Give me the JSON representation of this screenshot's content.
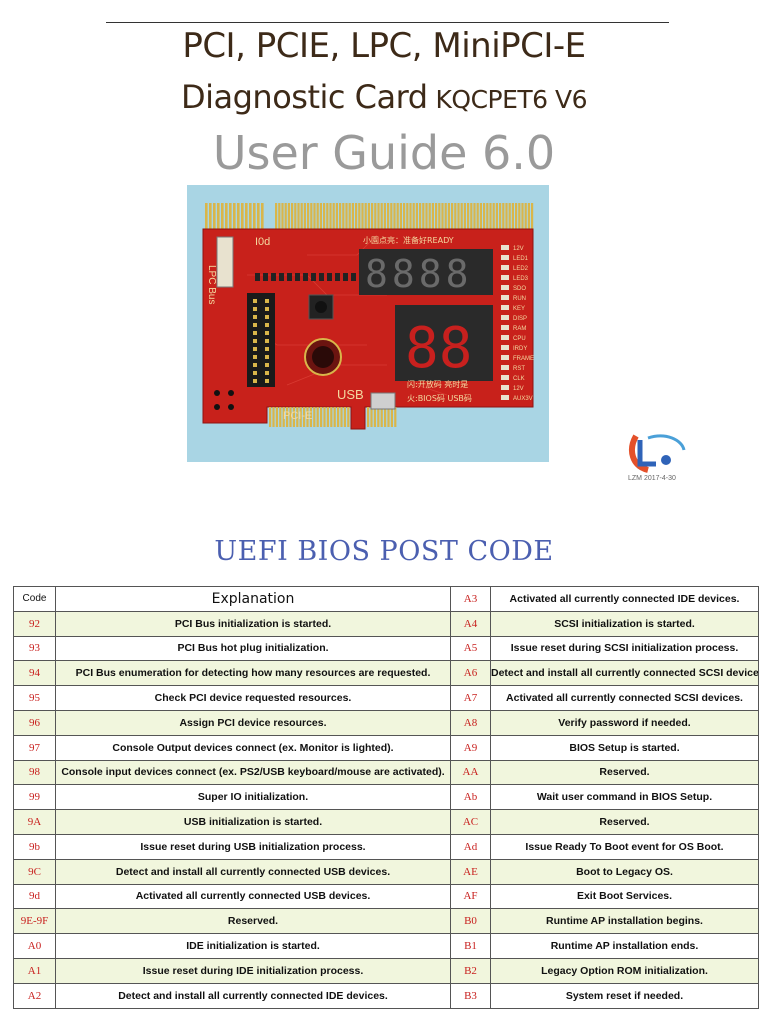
{
  "header": {
    "title_line1": "PCI, PCIE,  LPC, MiniPCI-E",
    "title_line2": "Diagnostic Card",
    "model": "KQCPET6  V6",
    "guide": "User Guide 6.0"
  },
  "board": {
    "silk_top": "小園点亮：准备好READY",
    "silk_ioport": "I0d",
    "silk_lpc": "LPC Bus",
    "silk_pcie": "PCI-E",
    "silk_usb": "USB",
    "silk_bottom1": "闪:开放码 亮时是",
    "silk_bottom2": "火:BIOS码 USB码",
    "led_labels": [
      "12V",
      "LED1",
      "LED2",
      "LED3",
      "SDO",
      "RUN",
      "KEY",
      "DISP",
      "RAM",
      "CPU",
      "IRDY",
      "FRAME",
      "RST",
      "CLK",
      "12V",
      "AUX3V"
    ],
    "display4": "8888",
    "display2": "88",
    "colors": {
      "pcb": "#c8211b",
      "gold": "#d9b64a",
      "display": "#2a2a2a",
      "bg": "#a9d5e4"
    }
  },
  "logo": {
    "caption": "LZM 2017-4-30",
    "icon": "lzm-logo-icon"
  },
  "section_title": "UEFI BIOS POST CODE",
  "table": {
    "headers": {
      "code": "Code",
      "explanation": "Explanation",
      "code2": "A3",
      "explanation2": "Activated all currently connected IDE devices."
    },
    "rows": [
      {
        "code": "92",
        "text": "PCI Bus initialization is started.",
        "code2": "A4",
        "text2": "SCSI initialization is started."
      },
      {
        "code": "93",
        "text": "PCI Bus hot plug initialization.",
        "code2": "A5",
        "text2": "Issue reset during SCSI initialization process."
      },
      {
        "code": "94",
        "text": "PCI Bus enumeration for detecting how many resources are requested.",
        "code2": "A6",
        "text2": "Detect and install all currently connected SCSI devices."
      },
      {
        "code": "95",
        "text": "Check PCI device requested resources.",
        "code2": "A7",
        "text2": "Activated all currently connected SCSI devices."
      },
      {
        "code": "96",
        "text": "Assign PCI device resources.",
        "code2": "A8",
        "text2": "Verify password if needed."
      },
      {
        "code": "97",
        "text": "Console Output devices connect (ex. Monitor is lighted).",
        "code2": "A9",
        "text2": "BIOS Setup is started."
      },
      {
        "code": "98",
        "text": "Console input devices connect (ex. PS2/USB keyboard/mouse are activated).",
        "code2": "AA",
        "text2": "Reserved."
      },
      {
        "code": "99",
        "text": "Super IO initialization.",
        "code2": "Ab",
        "text2": "Wait user command in BIOS Setup."
      },
      {
        "code": "9A",
        "text": "USB initialization is started.",
        "code2": "AC",
        "text2": "Reserved."
      },
      {
        "code": "9b",
        "text": "Issue reset during USB initialization process.",
        "code2": "Ad",
        "text2": "Issue Ready To Boot event for OS Boot."
      },
      {
        "code": "9C",
        "text": "Detect and install all currently connected USB devices.",
        "code2": "AE",
        "text2": "Boot to Legacy OS."
      },
      {
        "code": "9d",
        "text": "Activated all currently connected USB devices.",
        "code2": "AF",
        "text2": "Exit Boot Services."
      },
      {
        "code": "9E-9F",
        "text": "Reserved.",
        "code2": "B0",
        "text2": "Runtime AP installation begins."
      },
      {
        "code": "A0",
        "text": "IDE initialization is started.",
        "code2": "B1",
        "text2": "Runtime AP installation ends."
      },
      {
        "code": "A1",
        "text": "Issue reset during IDE initialization process.",
        "code2": "B2",
        "text2": "Legacy Option ROM initialization."
      },
      {
        "code": "A2",
        "text": "Detect and install all currently connected IDE devices.",
        "code2": "B3",
        "text2": "System reset if needed."
      }
    ]
  }
}
